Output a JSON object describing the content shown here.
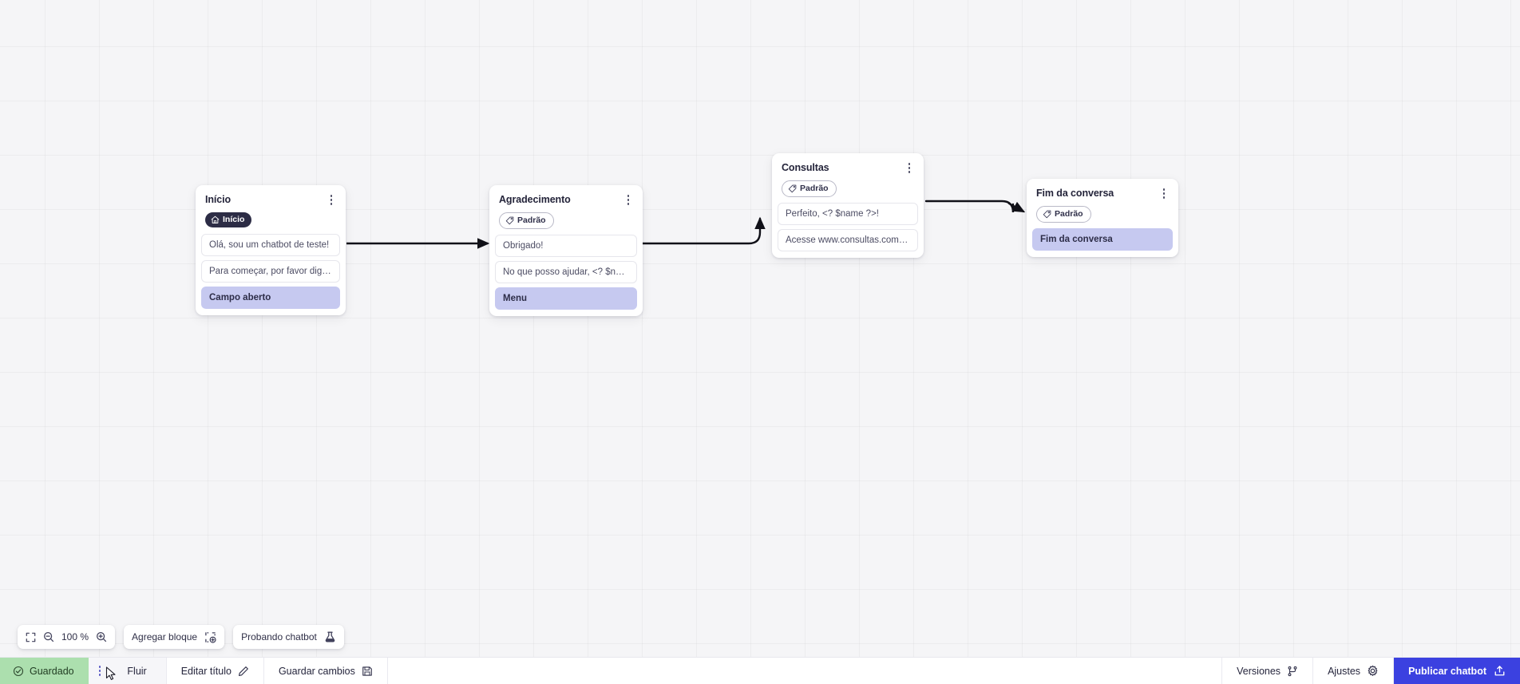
{
  "canvas": {
    "zoom_label": "100 %",
    "nodes": [
      {
        "id": "inicio",
        "title": "Início",
        "badge": {
          "label": "Início",
          "style": "dark",
          "icon": "home-icon"
        },
        "rows": [
          {
            "text": "Olá, sou um chatbot de teste!",
            "type": "msg"
          },
          {
            "text": "Para começar, por favor digite o ...",
            "type": "msg"
          },
          {
            "text": "Campo aberto",
            "type": "action"
          }
        ]
      },
      {
        "id": "agradecimento",
        "title": "Agradecimento",
        "badge": {
          "label": "Padrão",
          "style": "outline",
          "icon": "tag-icon"
        },
        "rows": [
          {
            "text": "Obrigado!",
            "type": "msg"
          },
          {
            "text": "No que posso ajudar, <? $name ...",
            "type": "msg"
          },
          {
            "text": "Menu",
            "type": "action"
          }
        ]
      },
      {
        "id": "consultas",
        "title": "Consultas",
        "badge": {
          "label": "Padrão",
          "style": "outline",
          "icon": "tag-icon"
        },
        "rows": [
          {
            "text": "Perfeito, <? $name ?>!",
            "type": "msg"
          },
          {
            "text": "Acesse www.consultas.com par...",
            "type": "msg"
          }
        ]
      },
      {
        "id": "fim",
        "title": "Fim da conversa",
        "badge": {
          "label": "Padrão",
          "style": "outline",
          "icon": "tag-icon"
        },
        "rows": [
          {
            "text": "Fim da conversa",
            "type": "action"
          }
        ]
      }
    ]
  },
  "toolbar": {
    "fit_icon": "fit-screen-icon",
    "zoom_out_icon": "zoom-out-icon",
    "zoom_level": "100 %",
    "zoom_in_icon": "zoom-in-icon",
    "add_block_label": "Agregar bloque",
    "add_block_icon": "add-block-icon",
    "test_chatbot_label": "Probando chatbot",
    "test_chatbot_icon": "flask-icon"
  },
  "statusbar": {
    "saved_label": "Guardado",
    "saved_icon": "check-circle-icon",
    "saved_color": "#acdfae",
    "menu_icon": "kebab-icon",
    "flow_tab_label": "Fluir",
    "edit_title_label": "Editar título",
    "edit_title_icon": "pencil-icon",
    "save_changes_label": "Guardar cambios",
    "save_changes_icon": "floppy-icon",
    "versions_label": "Versiones",
    "versions_icon": "branch-icon",
    "settings_label": "Ajustes",
    "settings_icon": "gear-icon",
    "publish_label": "Publicar chatbot",
    "publish_icon": "upload-icon",
    "publish_color": "#3b41e0"
  }
}
